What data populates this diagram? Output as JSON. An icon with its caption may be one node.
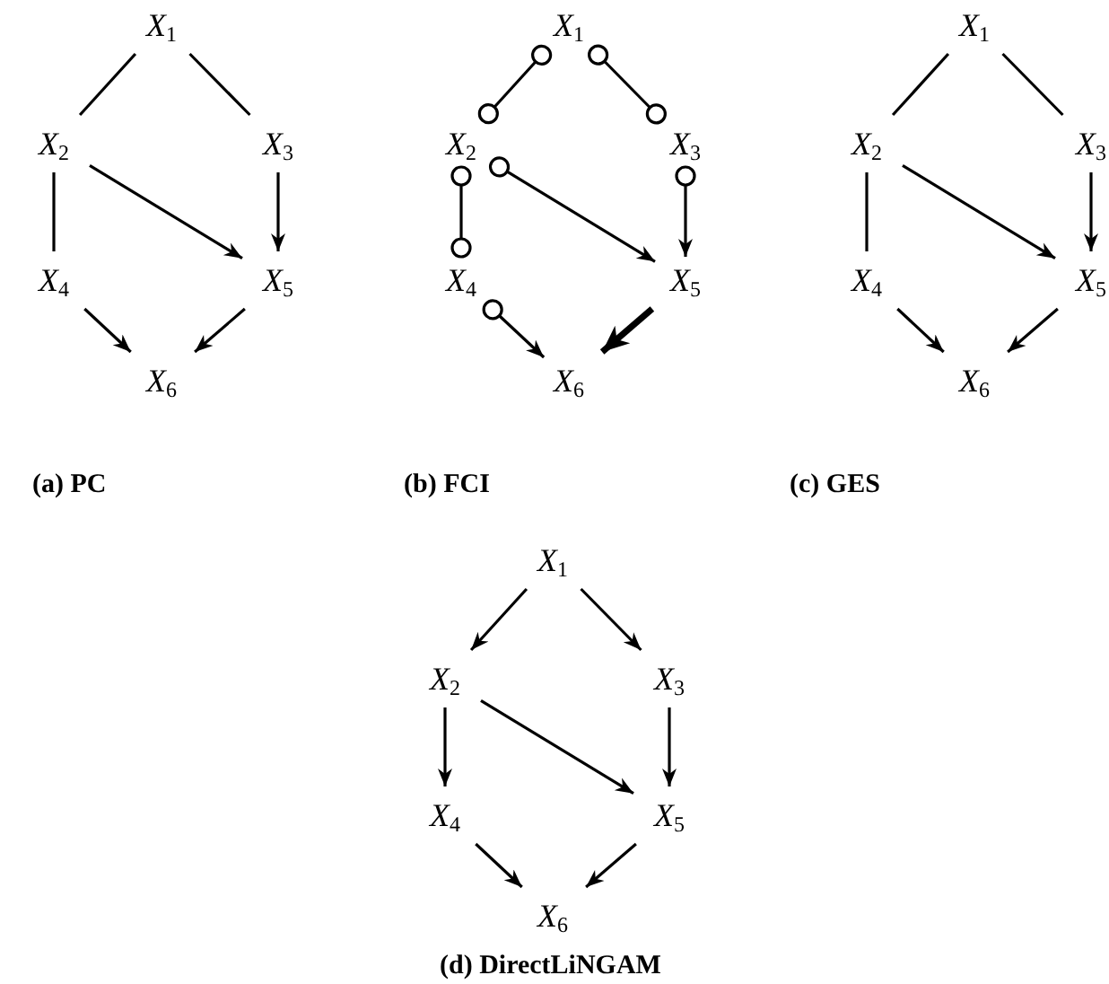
{
  "diagram": {
    "nodes": [
      {
        "text": [
          "*X*$_{1}$"
        ]
      },
      {
        "text": [
          "*X*$_{2}$"
        ]
      },
      {
        "text": [
          "*X*$_{3}$"
        ]
      },
      {
        "text": [
          "*X*$_{4}$"
        ]
      },
      {
        "text": [
          "*X*$_{5}$"
        ]
      },
      {
        "text": [
          "*X*$_{6}$"
        ]
      },
      {
        "text": [
          "*X*$_{1}$"
        ]
      },
      {
        "text": [
          "*X*$_{2}$"
        ]
      },
      {
        "text": [
          "*X*$_{3}$"
        ]
      },
      {
        "text": [
          "*X*$_{4}$"
        ]
      },
      {
        "text": [
          "*X*$_{5}$"
        ]
      },
      {
        "text": [
          "*X*$_{6}$"
        ]
      },
      {
        "text": [
          "*X*$_{1}$"
        ]
      },
      {
        "text": [
          "*X*$_{2}$"
        ]
      },
      {
        "text": [
          "*X*$_{3}$"
        ]
      },
      {
        "text": [
          "*X*$_{4}$"
        ]
      },
      {
        "text": [
          "*X*$_{5}$"
        ]
      },
      {
        "text": [
          "*X*$_{6}$"
        ]
      },
      {
        "text": [
          "*X*$_{1}$"
        ]
      },
      {
        "text": [
          "*X*$_{2}$"
        ]
      },
      {
        "text": [
          "*X*$_{3}$"
        ]
      },
      {
        "text": [
          "*X*$_{4}$"
        ]
      },
      {
        "text": [
          "*X*$_{5}$"
        ]
      },
      {
        "text": [
          "*X*$_{6}$"
        ]
      }
    ],
    "edges": [
      {
        "from": 0,
        "to": 1,
        "arrow": "none"
      },
      {
        "from": 0,
        "to": 2,
        "arrow": "none"
      },
      {
        "from": 1,
        "to": 3,
        "arrow": "none"
      },
      {
        "from": 1,
        "to": 4,
        "arrow": "to"
      },
      {
        "from": 2,
        "to": 4,
        "arrow": "to"
      },
      {
        "from": 3,
        "to": 5,
        "arrow": "to"
      },
      {
        "from": 4,
        "to": 5,
        "arrow": "to"
      },
      {
        "from": 6,
        "to": 7,
        "arrow": "other"
      },
      {
        "from": 6,
        "to": 8,
        "arrow": "other"
      },
      {
        "from": 7,
        "to": 9,
        "arrow": "other"
      },
      {
        "from": 7,
        "to": 10,
        "arrow": "to"
      },
      {
        "from": 8,
        "to": 10,
        "arrow": "to"
      },
      {
        "from": 9,
        "to": 11,
        "arrow": "to"
      },
      {
        "from": 10,
        "to": 11,
        "arrow": "to",
        "style": "thick"
      },
      {
        "from": 12,
        "to": 13,
        "arrow": "none"
      },
      {
        "from": 12,
        "to": 14,
        "arrow": "none"
      },
      {
        "from": 13,
        "to": 15,
        "arrow": "none"
      },
      {
        "from": 13,
        "to": 16,
        "arrow": "to"
      },
      {
        "from": 14,
        "to": 16,
        "arrow": "to"
      },
      {
        "from": 15,
        "to": 17,
        "arrow": "to"
      },
      {
        "from": 16,
        "to": 17,
        "arrow": "to"
      },
      {
        "from": 18,
        "to": 19,
        "arrow": "to"
      },
      {
        "from": 18,
        "to": 20,
        "arrow": "to"
      },
      {
        "from": 19,
        "to": 21,
        "arrow": "to"
      },
      {
        "from": 19,
        "to": 22,
        "arrow": "to"
      },
      {
        "from": 20,
        "to": 22,
        "arrow": "to"
      },
      {
        "from": 21,
        "to": 23,
        "arrow": "to"
      },
      {
        "from": 22,
        "to": 23,
        "arrow": "to"
      }
    ],
    "labels": [
      "(a) PC",
      "(b) FCI",
      "(c) GES",
      "(d) DirectLiNGAM"
    ]
  }
}
